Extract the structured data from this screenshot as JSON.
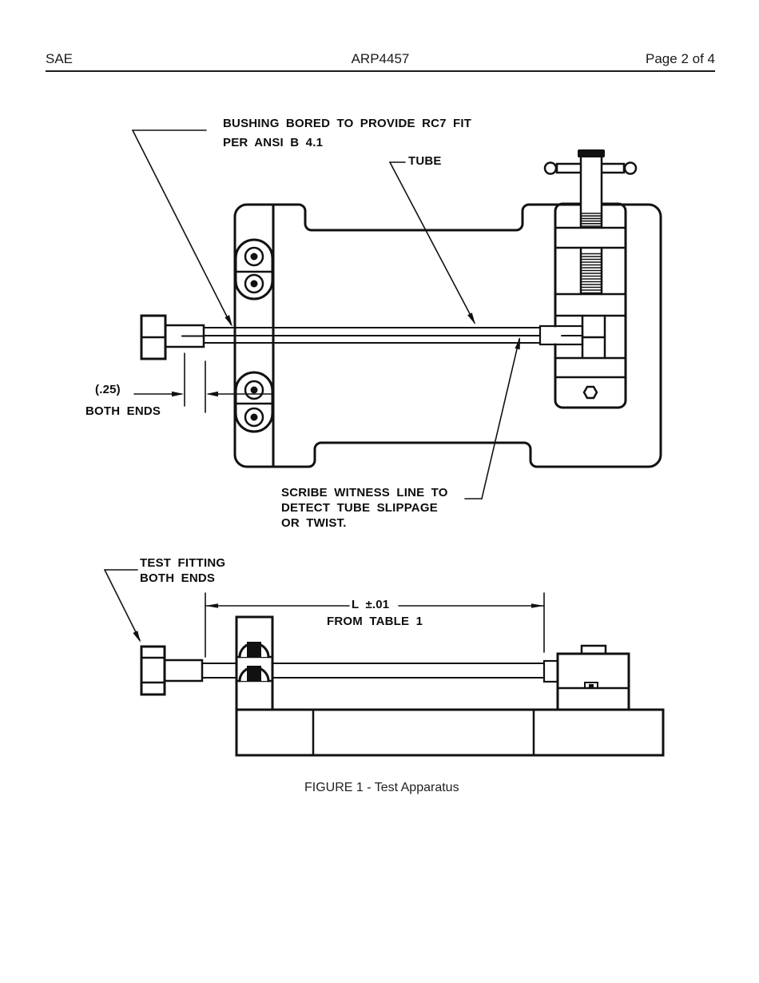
{
  "header": {
    "left": "SAE",
    "center": "ARP4457",
    "right": "Page 2 of 4"
  },
  "figure": {
    "caption": "FIGURE 1 - Test Apparatus",
    "annotations": {
      "bushing_note_line1": "BUSHING BORED TO PROVIDE RC7 FIT",
      "bushing_note_line2": "PER ANSI B 4.1",
      "tube_label": "TUBE",
      "end_gap_value": "(.25)",
      "end_gap_note": "BOTH ENDS",
      "scribe_note_line1": "SCRIBE WITNESS LINE TO",
      "scribe_note_line2": "DETECT TUBE SLIPPAGE",
      "scribe_note_line3": "OR TWIST.",
      "test_fitting_line1": "TEST FITTING",
      "test_fitting_line2": "BOTH ENDS",
      "length_dim": "L ±.01",
      "length_dim_source": "FROM TABLE 1"
    }
  }
}
